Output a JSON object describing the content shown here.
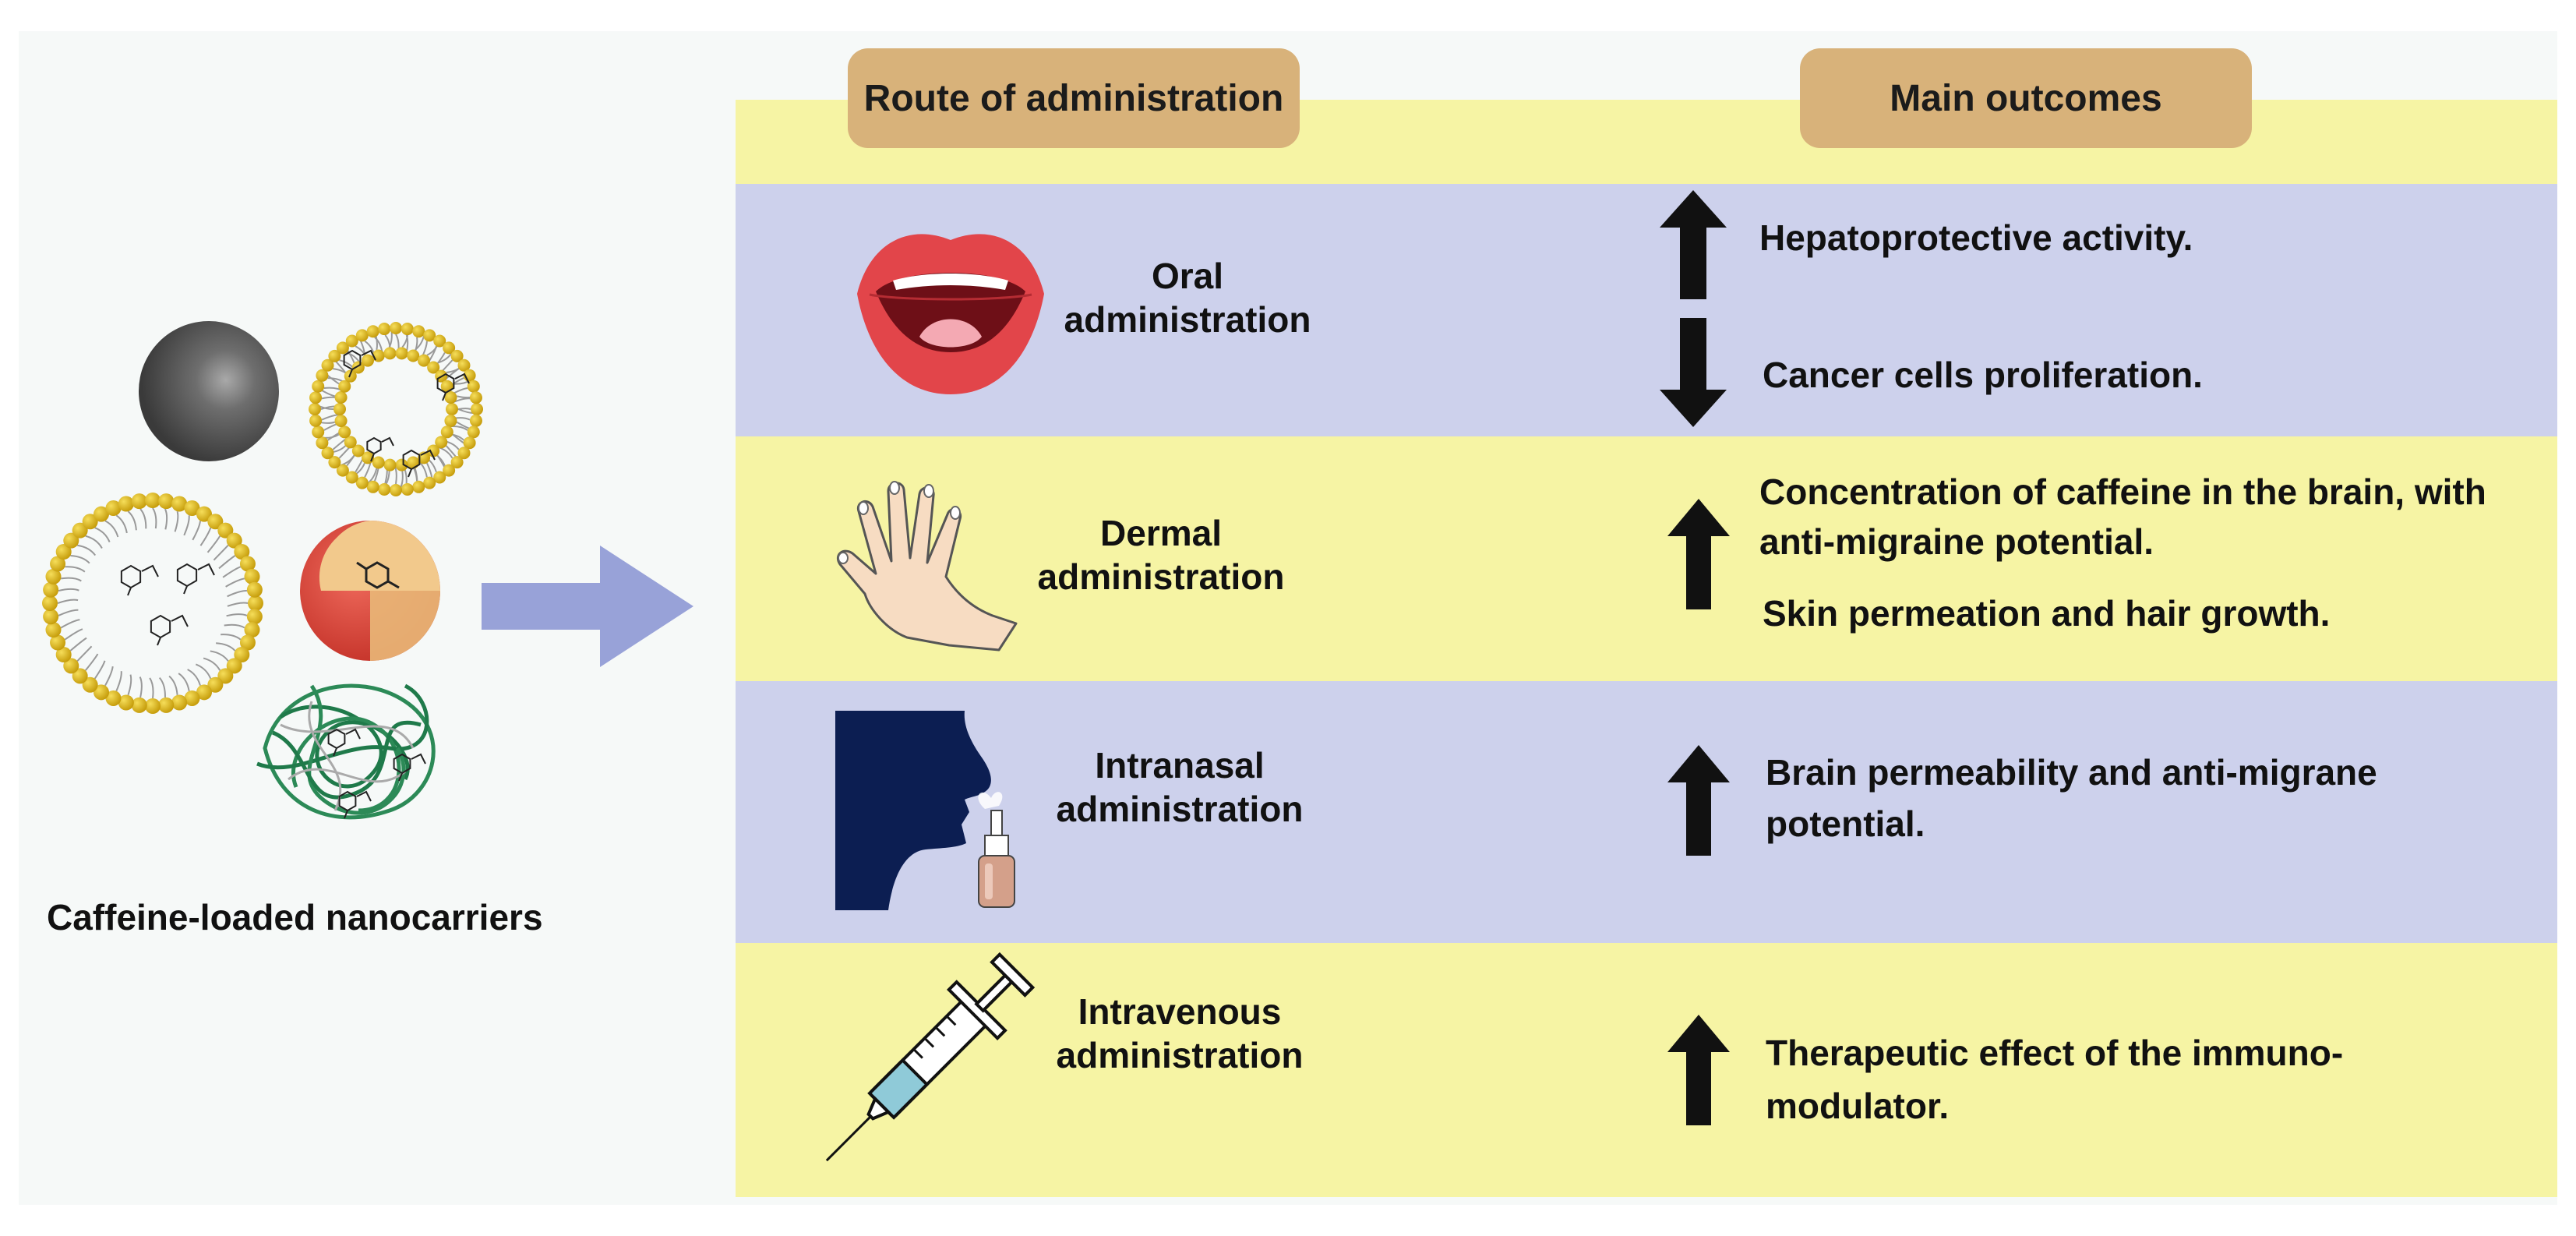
{
  "left_panel": {
    "caption": "Caffeine-loaded nanocarriers",
    "nanocarriers": [
      "metallic-nanoparticle-icon",
      "liposome-icon",
      "large-liposome-icon",
      "core-shell-nanoparticle-icon",
      "polymeric-network-icon"
    ]
  },
  "headers": {
    "route": "Route of administration",
    "outcomes": "Main outcomes"
  },
  "rows": [
    {
      "route_line1": "Oral",
      "route_line2": "administration",
      "icon": "mouth-icon",
      "outcomes": [
        {
          "direction": "up",
          "text": "Hepatoprotective activity."
        },
        {
          "direction": "down",
          "text": "Cancer cells proliferation."
        }
      ]
    },
    {
      "route_line1": "Dermal",
      "route_line2": "administration",
      "icon": "hand-icon",
      "outcomes": [
        {
          "direction": "up",
          "line1": "Concentration of caffeine in the brain, with",
          "line2": "anti-migraine potential.",
          "line3": "Skin permeation and hair growth."
        }
      ]
    },
    {
      "route_line1": "Intranasal",
      "route_line2": "administration",
      "icon": "nasal-spray-icon",
      "outcomes": [
        {
          "direction": "up",
          "line1": "Brain permeability and anti-migrane",
          "line2": "potential."
        }
      ]
    },
    {
      "route_line1": "Intravenous",
      "route_line2": "administration",
      "icon": "syringe-icon",
      "outcomes": [
        {
          "direction": "up",
          "line1": "Therapeutic effect of the immuno-",
          "line2": "modulator."
        }
      ]
    }
  ],
  "colors": {
    "band_yellow": "#f6f4a4",
    "band_lavender": "#cdd1ec",
    "header_pill": "#d8b27a",
    "arrow_right": "#98a2d8",
    "outcome_arrow": "#111111"
  }
}
